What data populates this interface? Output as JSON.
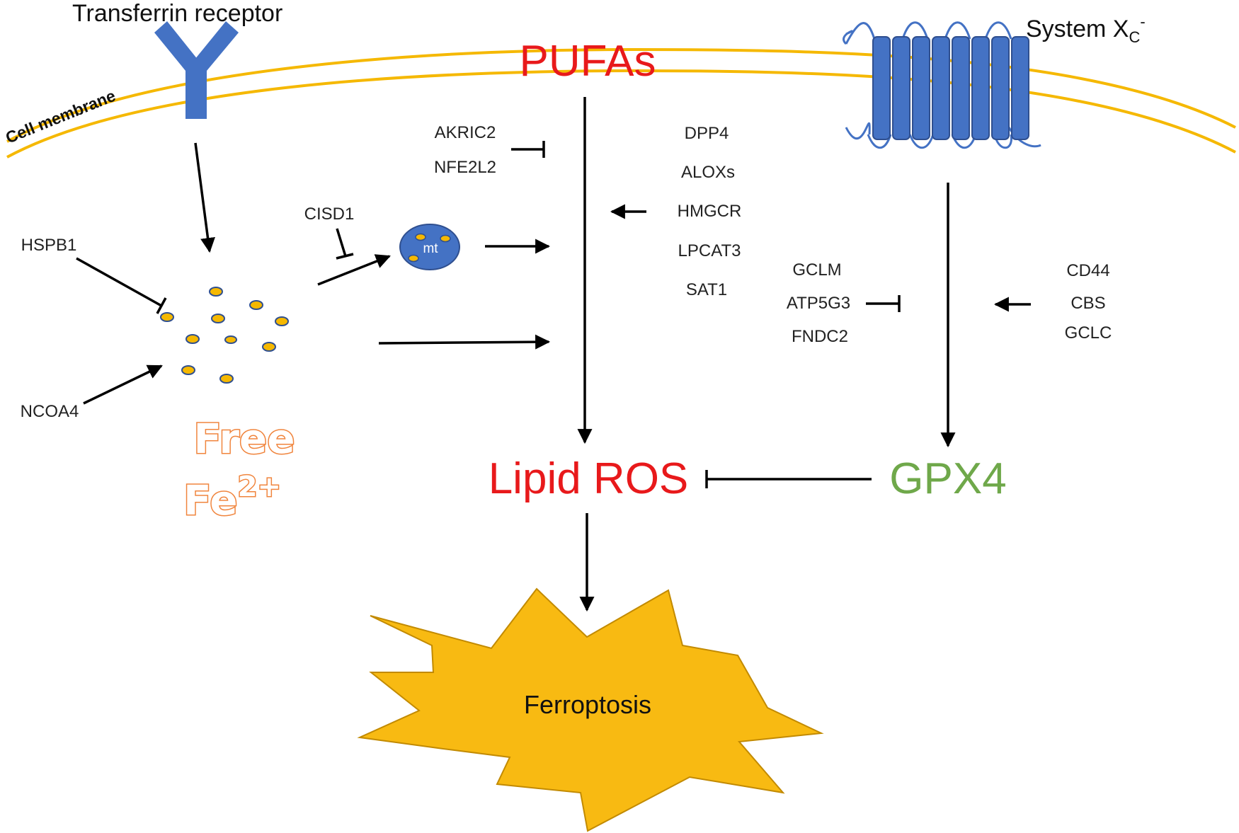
{
  "labels": {
    "transferrin_receptor": "Transferrin receptor",
    "cell_membrane": "Cell membrane",
    "pufas": "PUFAs",
    "system_xc": "System X",
    "system_xc_sub": "C",
    "system_xc_sup": "-",
    "lipid_ros": "Lipid ROS",
    "gpx4": "GPX4",
    "ferroptosis": "Ferroptosis",
    "free": "Free",
    "fe": "Fe",
    "fe_sup": "2+",
    "mt": "mt",
    "hspb1": "HSPB1",
    "ncoa4": "NCOA4",
    "cisd1": "CISD1",
    "akric2": "AKRIC2",
    "nfe2l2": "NFE2L2",
    "dpp4": "DPP4",
    "aloxs": "ALOXs",
    "hmgcr": "HMGCR",
    "lpcat3": "LPCAT3",
    "sat1": "SAT1",
    "gclm": "GCLM",
    "atp5g3": "ATP5G3",
    "fndc2": "FNDC2",
    "cd44": "CD44",
    "cbs": "CBS",
    "gclc": "GCLC"
  },
  "colors": {
    "membrane": "#F5B800",
    "protein_blue": "#4472C4",
    "red": "#E8191B",
    "green": "#6FA84A",
    "orange": "#F0843C",
    "iron": "#F5B800",
    "star": "#F8BA12",
    "arrow": "#000000"
  }
}
